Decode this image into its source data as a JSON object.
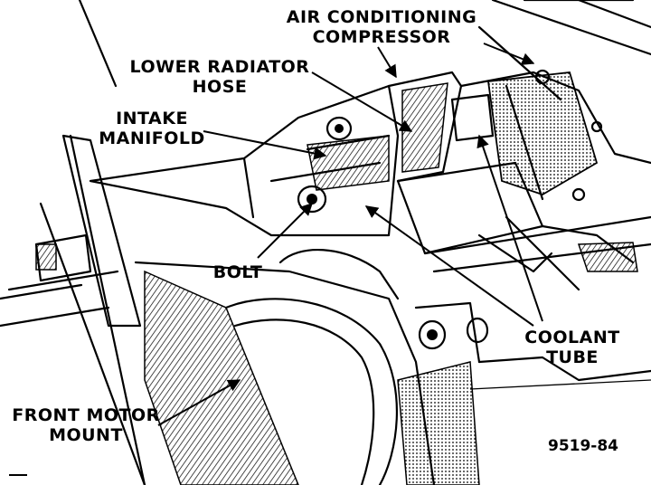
{
  "labels": {
    "ac_compressor": [
      "AIR CONDITIONING",
      "COMPRESSOR"
    ],
    "lower_radiator_hose": [
      "LOWER RADIATOR",
      "HOSE"
    ],
    "intake_manifold": [
      "INTAKE",
      "MANIFOLD"
    ],
    "bolt": "BOLT",
    "coolant_tube": [
      "COOLANT",
      "TUBE"
    ],
    "front_motor_mount": [
      "FRONT MOTOR",
      "MOUNT"
    ]
  },
  "figure_number": "9519-84",
  "colors": {
    "ink": "#000000",
    "paper": "#ffffff"
  }
}
